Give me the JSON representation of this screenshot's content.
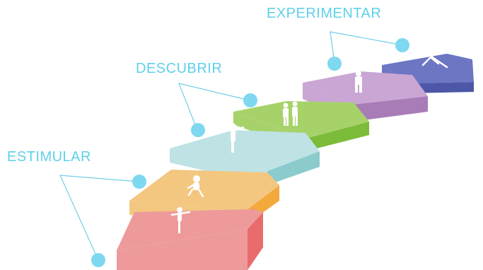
{
  "diagram": {
    "labels": {
      "estimular": "ESTIMULAR",
      "descubrir": "DESCUBRIR",
      "experimentar": "EXPERIMENTAR"
    },
    "colors": {
      "label_text": "#5fd0ea",
      "connector": "#6fcfe8",
      "dot": "#7dd8f0",
      "figure": "#ffffff",
      "step1_top": "#ee9a9a",
      "step1_side": "#ea6b6b",
      "step2_top": "#f3c780",
      "step2_side": "#f3a93c",
      "step3_top": "#bfe2e4",
      "step3_side": "#8ccbcd",
      "step4_top": "#a7d26a",
      "step4_side": "#7cbc3a",
      "step5_top": "#c9a6d3",
      "step5_side": "#a77cb7",
      "step6_top": "#6c76c3",
      "step6_side": "#4c57a8"
    },
    "steps": [
      {
        "id": "step-1",
        "order": 1
      },
      {
        "id": "step-2",
        "order": 2
      },
      {
        "id": "step-3",
        "order": 3
      },
      {
        "id": "step-4",
        "order": 4
      },
      {
        "id": "step-5",
        "order": 5
      },
      {
        "id": "step-6",
        "order": 6
      }
    ]
  }
}
